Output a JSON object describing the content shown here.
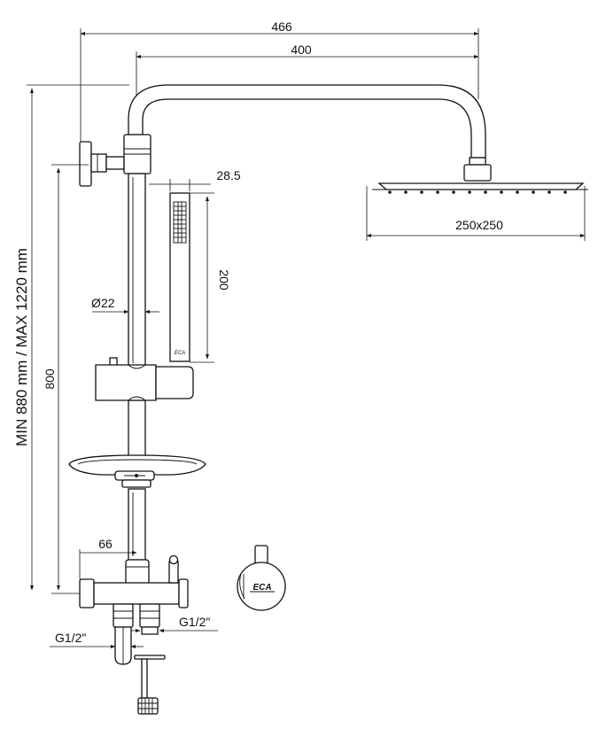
{
  "dimensions": {
    "overall_width": "466",
    "arm_length": "400",
    "handshower_width": "28.5",
    "handshower_length": "200",
    "pipe_diameter": "22",
    "head_size": "250x250",
    "rail_height": "800",
    "height_range": "MIN 880 mm / MAX 1220 mm",
    "inlet_spacing": "66",
    "thread_left": "G1/2\"",
    "thread_right": "G1/2\""
  },
  "brand_mark": "ECA"
}
